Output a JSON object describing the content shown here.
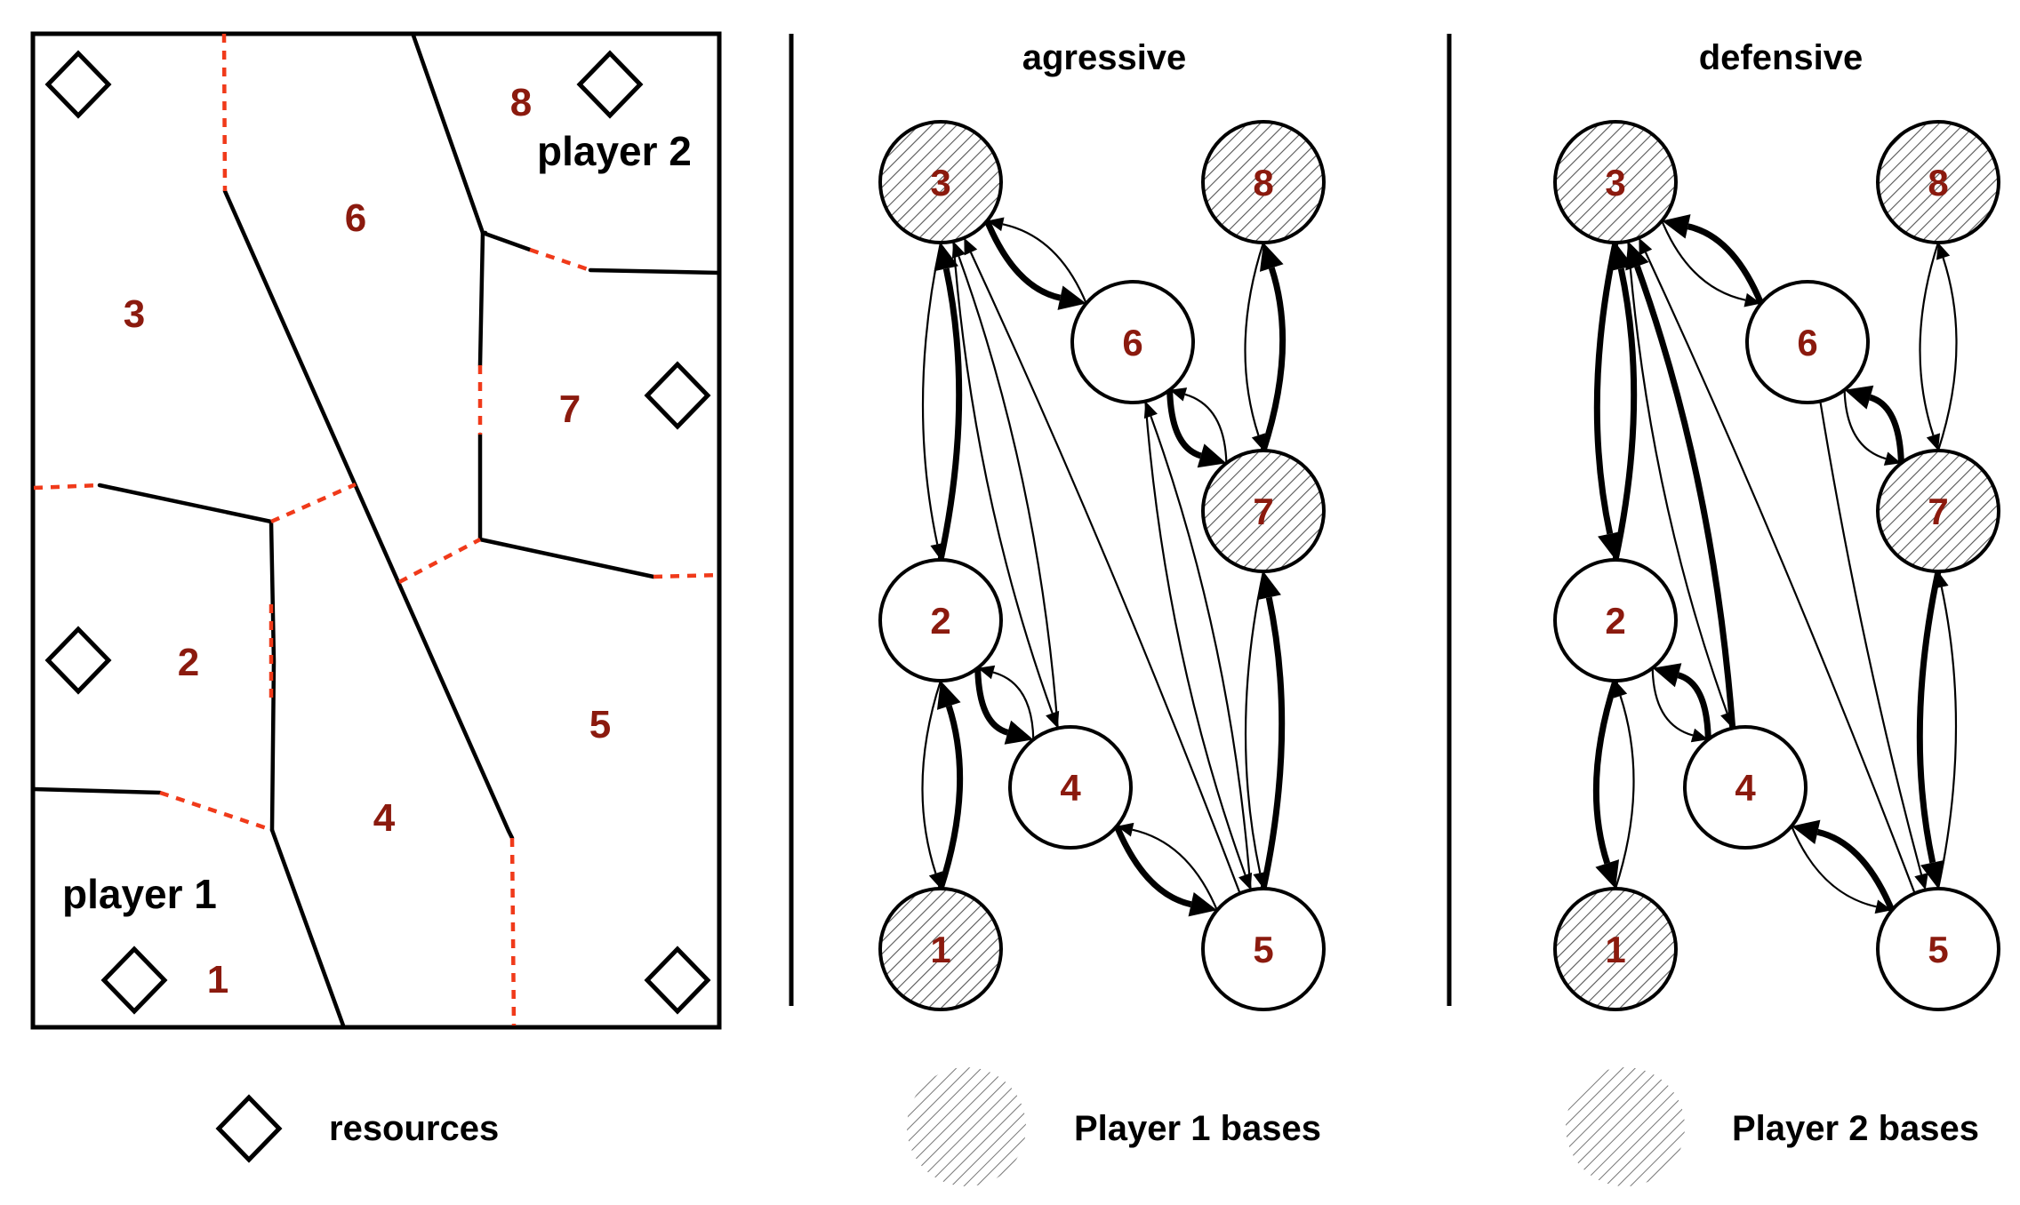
{
  "map": {
    "regions": [
      {
        "id": "1",
        "label": "1"
      },
      {
        "id": "2",
        "label": "2"
      },
      {
        "id": "3",
        "label": "3"
      },
      {
        "id": "4",
        "label": "4"
      },
      {
        "id": "5",
        "label": "5"
      },
      {
        "id": "6",
        "label": "6"
      },
      {
        "id": "7",
        "label": "7"
      },
      {
        "id": "8",
        "label": "8"
      }
    ],
    "player1_label": "player 1",
    "player2_label": "player 2",
    "wall_color": "#000000",
    "border_color": "#f03a1a",
    "label_color": "#8b1a0e"
  },
  "graphs": [
    {
      "title": "agressive",
      "nodes": [
        {
          "id": "1",
          "label": "1",
          "owner": "player1"
        },
        {
          "id": "2",
          "label": "2",
          "owner": "none"
        },
        {
          "id": "3",
          "label": "3",
          "owner": "player1"
        },
        {
          "id": "4",
          "label": "4",
          "owner": "none"
        },
        {
          "id": "5",
          "label": "5",
          "owner": "none"
        },
        {
          "id": "6",
          "label": "6",
          "owner": "none"
        },
        {
          "id": "7",
          "label": "7",
          "owner": "player2"
        },
        {
          "id": "8",
          "label": "8",
          "owner": "player2"
        }
      ],
      "edges": [
        {
          "from": "2",
          "to": "3",
          "weight": "thick"
        },
        {
          "from": "1",
          "to": "2",
          "weight": "thick"
        },
        {
          "from": "2",
          "to": "1",
          "weight": "thin"
        },
        {
          "from": "3",
          "to": "2",
          "weight": "thin"
        },
        {
          "from": "3",
          "to": "6",
          "weight": "thick"
        },
        {
          "from": "6",
          "to": "3",
          "weight": "thin"
        },
        {
          "from": "3",
          "to": "4",
          "weight": "thin"
        },
        {
          "from": "4",
          "to": "3",
          "weight": "thin"
        },
        {
          "from": "5",
          "to": "3",
          "weight": "thin"
        },
        {
          "from": "2",
          "to": "4",
          "weight": "thick"
        },
        {
          "from": "4",
          "to": "2",
          "weight": "thin"
        },
        {
          "from": "4",
          "to": "5",
          "weight": "thick"
        },
        {
          "from": "5",
          "to": "4",
          "weight": "thin"
        },
        {
          "from": "6",
          "to": "7",
          "weight": "thick"
        },
        {
          "from": "7",
          "to": "6",
          "weight": "thin"
        },
        {
          "from": "6",
          "to": "5",
          "weight": "thin"
        },
        {
          "from": "5",
          "to": "6",
          "weight": "thin"
        },
        {
          "from": "7",
          "to": "5",
          "weight": "thin"
        },
        {
          "from": "5",
          "to": "7",
          "weight": "thick"
        },
        {
          "from": "7",
          "to": "8",
          "weight": "thick"
        },
        {
          "from": "8",
          "to": "7",
          "weight": "thin"
        }
      ]
    },
    {
      "title": "defensive",
      "nodes": [
        {
          "id": "1",
          "label": "1",
          "owner": "player2"
        },
        {
          "id": "2",
          "label": "2",
          "owner": "none"
        },
        {
          "id": "3",
          "label": "3",
          "owner": "player2"
        },
        {
          "id": "4",
          "label": "4",
          "owner": "none"
        },
        {
          "id": "5",
          "label": "5",
          "owner": "none"
        },
        {
          "id": "6",
          "label": "6",
          "owner": "none"
        },
        {
          "id": "7",
          "label": "7",
          "owner": "player2"
        },
        {
          "id": "8",
          "label": "8",
          "owner": "player2"
        }
      ],
      "edges": [
        {
          "from": "3",
          "to": "2",
          "weight": "thick"
        },
        {
          "from": "2",
          "to": "3",
          "weight": "thick"
        },
        {
          "from": "2",
          "to": "1",
          "weight": "thick"
        },
        {
          "from": "1",
          "to": "2",
          "weight": "thin"
        },
        {
          "from": "4",
          "to": "3",
          "weight": "thick"
        },
        {
          "from": "3",
          "to": "4",
          "weight": "thin"
        },
        {
          "from": "5",
          "to": "3",
          "weight": "thin"
        },
        {
          "from": "6",
          "to": "3",
          "weight": "thick"
        },
        {
          "from": "3",
          "to": "6",
          "weight": "thin"
        },
        {
          "from": "4",
          "to": "2",
          "weight": "thick"
        },
        {
          "from": "2",
          "to": "4",
          "weight": "thin"
        },
        {
          "from": "4",
          "to": "5",
          "weight": "thin"
        },
        {
          "from": "5",
          "to": "4",
          "weight": "thick"
        },
        {
          "from": "6",
          "to": "7",
          "weight": "thin"
        },
        {
          "from": "7",
          "to": "6",
          "weight": "thick"
        },
        {
          "from": "6",
          "to": "5",
          "weight": "thin"
        },
        {
          "from": "5",
          "to": "7",
          "weight": "thin"
        },
        {
          "from": "7",
          "to": "5",
          "weight": "thick"
        },
        {
          "from": "8",
          "to": "7",
          "weight": "thin"
        },
        {
          "from": "7",
          "to": "8",
          "weight": "thin"
        }
      ]
    }
  ],
  "legend": {
    "resources": "resources",
    "player1_bases": "Player 1 bases",
    "player2_bases": "Player 2 bases"
  }
}
